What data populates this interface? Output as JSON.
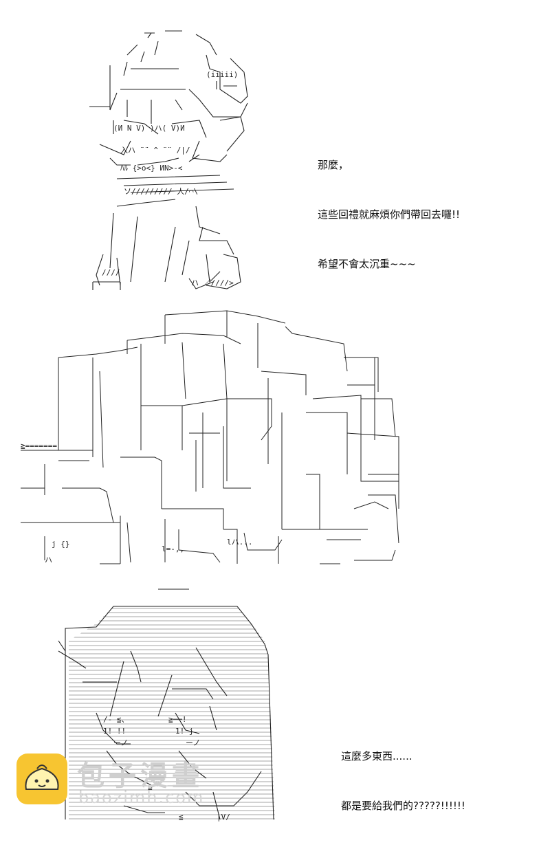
{
  "panels": [
    {
      "id": "panel-1",
      "lines": [
        "那麼，",
        "這些回禮就麻煩你們帶回去囉!!",
        "希望不會太沉重~~~"
      ]
    },
    {
      "id": "panel-2",
      "lines": []
    },
    {
      "id": "panel-3",
      "lines": [
        "這麼多東西......",
        "都是要給我們的?????!!!!!!"
      ]
    }
  ],
  "watermark": {
    "name": "包子漫畫",
    "url": "baozimh.com",
    "logo_color": "#f7c531"
  }
}
